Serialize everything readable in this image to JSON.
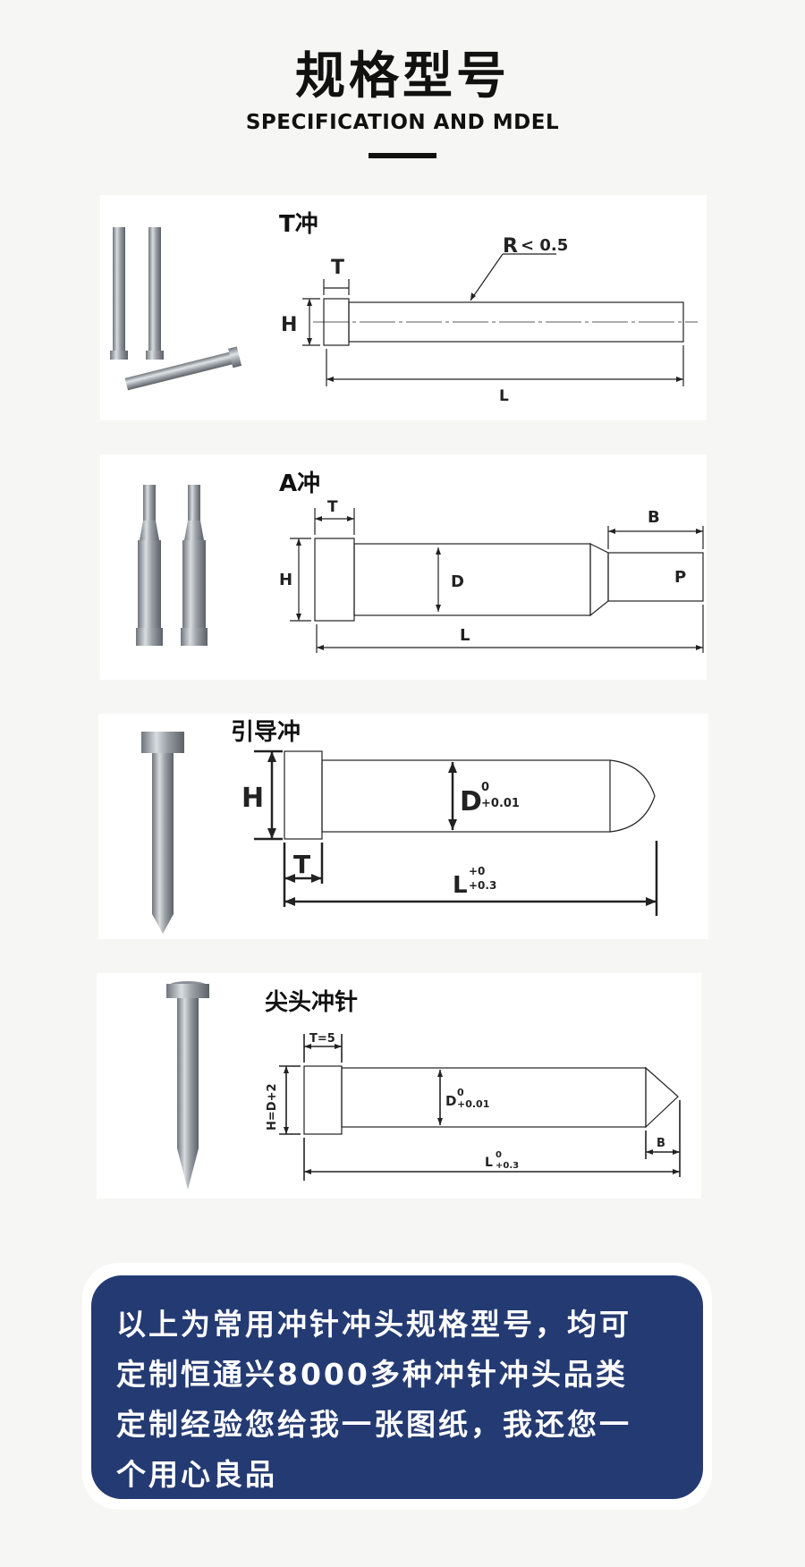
{
  "header": {
    "title_cn": "规格型号",
    "title_en": "SPECIFICATION AND MDEL"
  },
  "cards": [
    {
      "label": "T冲",
      "dims": {
        "t": "T",
        "h": "H",
        "r": "R",
        "r_value": "< 0.5",
        "l": "L"
      }
    },
    {
      "label": "A冲",
      "dims": {
        "t": "T",
        "h": "H",
        "d": "D",
        "b": "B",
        "p": "P",
        "l": "L"
      }
    },
    {
      "label": "引导冲",
      "dims": {
        "h": "H",
        "d": "D",
        "d_sup": "0",
        "d_sub": "+0.01",
        "t": "T",
        "l": "L",
        "l_sup": "+0",
        "l_sub": "+0.3"
      }
    },
    {
      "label": "尖头冲针",
      "dims": {
        "t": "T=5",
        "h": "H=D+2",
        "d": "D",
        "d_sup": "0",
        "d_sub": "+0.01",
        "b": "B",
        "l": "L",
        "l_sup": "0",
        "l_sub": "+0.3"
      }
    }
  ],
  "note": {
    "lines": [
      "以上为常用冲针冲头规格型号，均可",
      "定制恒通兴8000多种冲针冲头品类",
      "定制经验您给我一张图纸，我还您一",
      "个用心良品"
    ],
    "colors": {
      "background": "#243a72",
      "text": "#ffffff"
    }
  }
}
